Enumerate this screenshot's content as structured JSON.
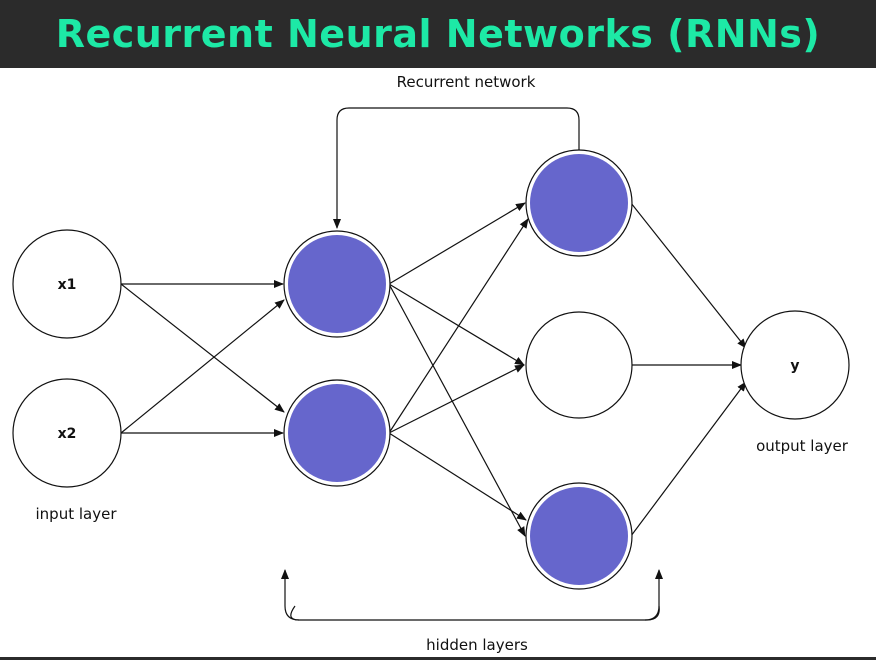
{
  "header": {
    "title": "Recurrent Neural Networks (RNNs)"
  },
  "colors": {
    "banner_bg": "#2b2b2b",
    "title": "#1de9a6",
    "hidden_fill": "#6666cc",
    "stroke": "#111111"
  },
  "labels": {
    "recurrent": "Recurrent network",
    "input_layer": "input layer",
    "output_layer": "output layer",
    "hidden_layers": "hidden layers"
  },
  "nodes": {
    "x1": "x1",
    "x2": "x2",
    "y": "y"
  }
}
